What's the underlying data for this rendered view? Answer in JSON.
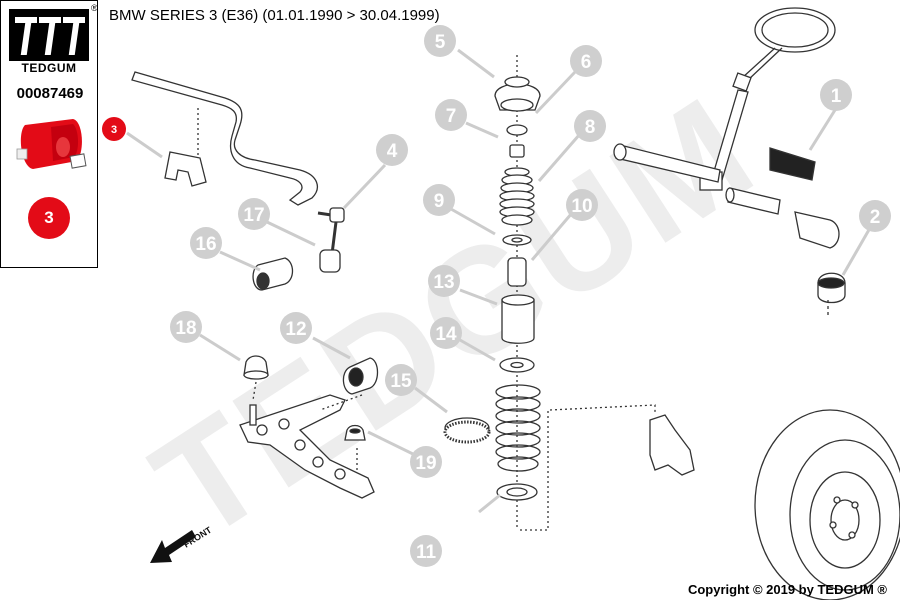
{
  "brand": {
    "name": "TEDGUM",
    "registered_mark": "®",
    "part_number": "00087469"
  },
  "header": {
    "title": "BMW SERIES 3 (E36)  (01.01.1990 > 30.04.1999)"
  },
  "sidebar": {
    "highlighted_part_label": "3",
    "accent_color": "#e30b17"
  },
  "watermark": {
    "text": "TEDGUM",
    "color": "#ededed"
  },
  "diagram": {
    "highlighted_callout": "3",
    "front_arrow_label": "FRONT",
    "callouts": [
      "1",
      "2",
      "3",
      "4",
      "5",
      "6",
      "7",
      "8",
      "9",
      "10",
      "11",
      "12",
      "13",
      "14",
      "15",
      "16",
      "17",
      "18",
      "19"
    ]
  },
  "footer": {
    "copyright": "Copyright © 2019 by TEDGUM ®"
  }
}
